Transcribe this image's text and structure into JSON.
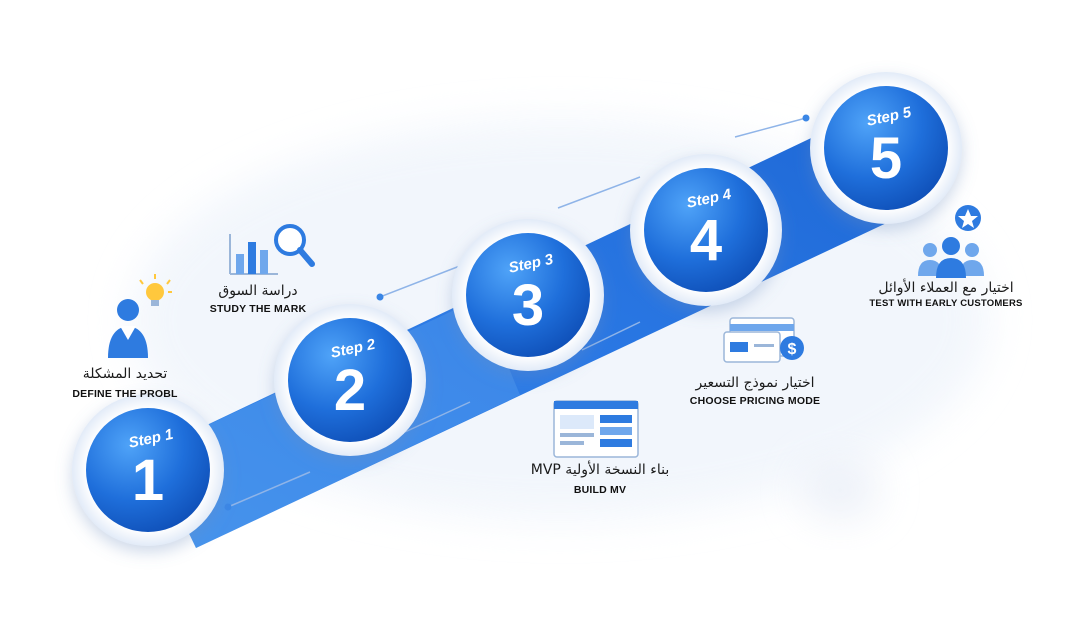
{
  "steps": [
    {
      "step_label": "Step 1",
      "number": "1",
      "title_ar": "تحديد المشكلة",
      "title_en": "DEFINE THE PROBL",
      "icon": "person-lightbulb-icon"
    },
    {
      "step_label": "Step 2",
      "number": "2",
      "title_ar": "دراسة السوق",
      "title_en": "STUDY THE MARK",
      "icon": "chart-magnifier-icon"
    },
    {
      "step_label": "Step 3",
      "number": "3",
      "title_ar": "بناء النسخة الأولية MVP",
      "title_en": "BUILD MV",
      "icon": "browser-window-icon"
    },
    {
      "step_label": "Step 4",
      "number": "4",
      "title_ar": "اختيار نموذج التسعير",
      "title_en": "CHOOSE PRICING MODE",
      "icon": "card-dollar-icon"
    },
    {
      "step_label": "Step 5",
      "number": "5",
      "title_ar": "اختيار مع العملاء الأوائل",
      "title_en": "TEST WITH EARLY CUSTOMERS",
      "icon": "customers-star-icon"
    }
  ],
  "colors": {
    "primary": "#1E6FDB",
    "primary_dark": "#0F4FB8",
    "primary_light": "#4A9BF5",
    "band": "#3F8CEB",
    "ring": "#E7EFFA"
  }
}
